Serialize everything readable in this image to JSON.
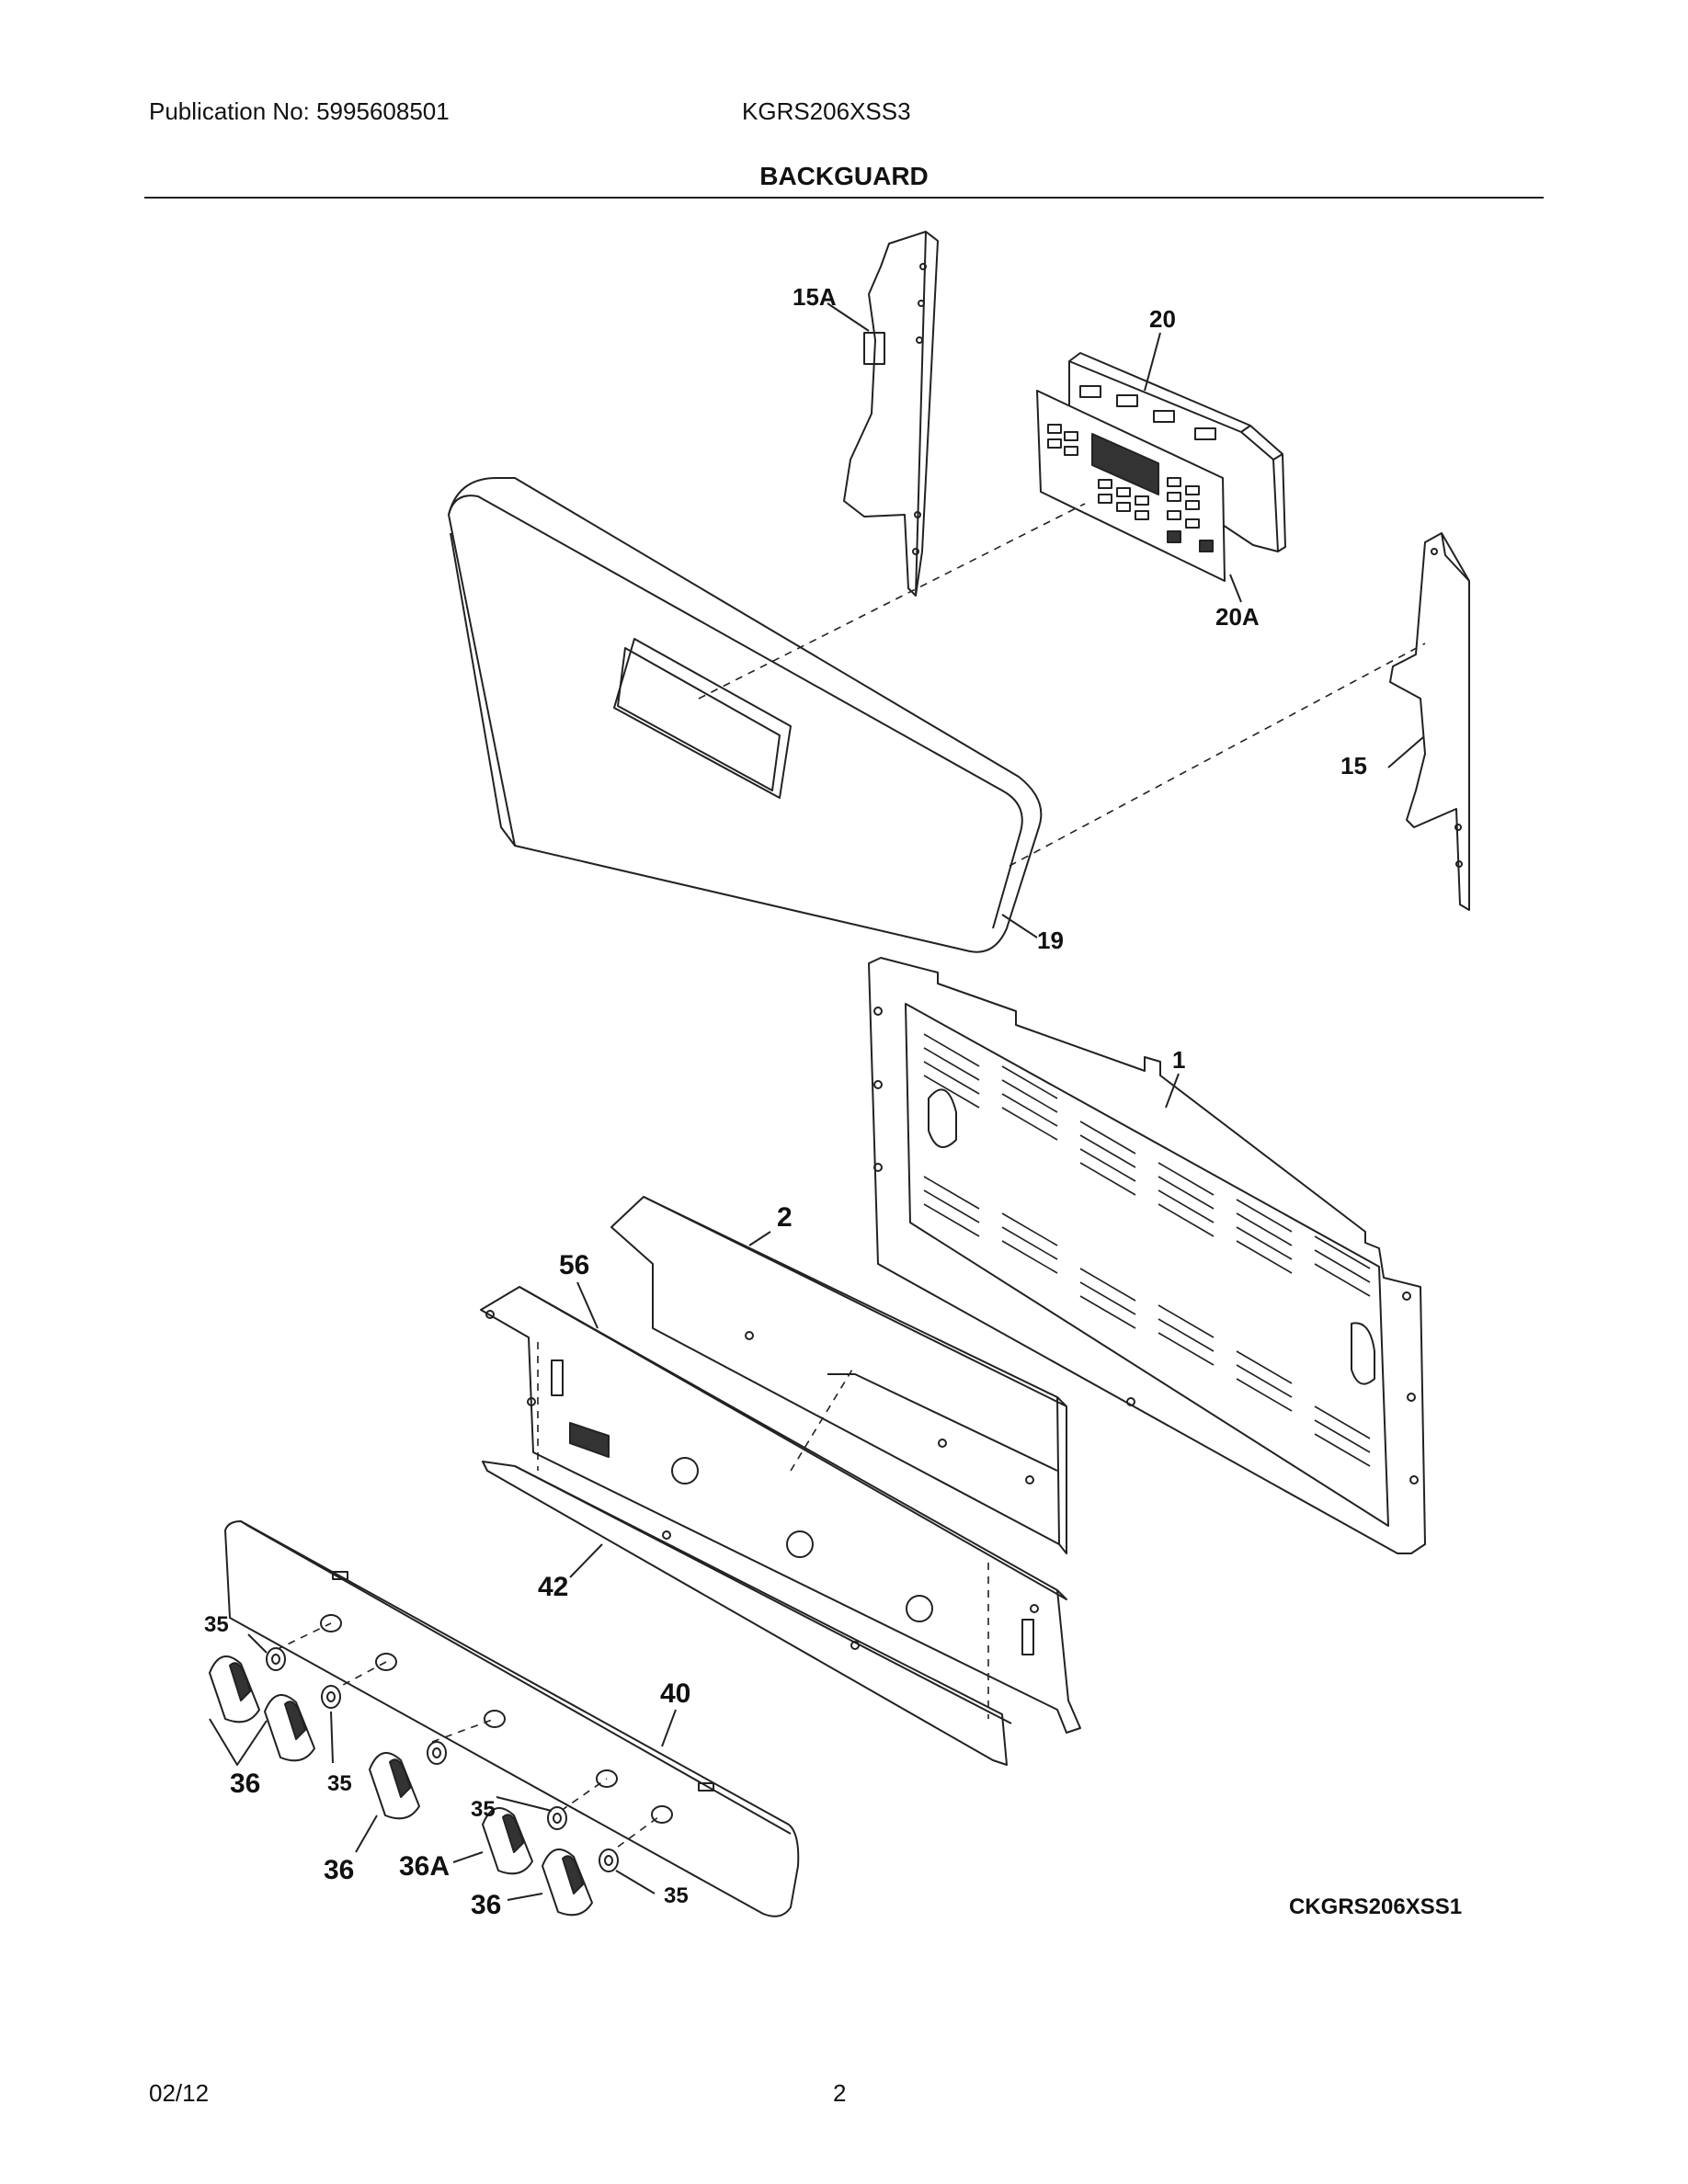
{
  "header": {
    "publication": "Publication No: 5995608501",
    "model": "KGRS206XSS3",
    "title": "BACKGUARD"
  },
  "diagram": {
    "code": "CKGRS206XSS1",
    "labels": {
      "p15A": "15A",
      "p20": "20",
      "p20A": "20A",
      "p15": "15",
      "p19": "19",
      "p1": "1",
      "p2": "2",
      "p56": "56",
      "p42": "42",
      "p40": "40",
      "p35a": "35",
      "p35b": "35",
      "p35c": "35",
      "p35d": "35",
      "p36a": "36",
      "p36b": "36",
      "p36c": "36",
      "p36A": "36A"
    }
  },
  "footer": {
    "date": "02/12",
    "page": "2"
  }
}
